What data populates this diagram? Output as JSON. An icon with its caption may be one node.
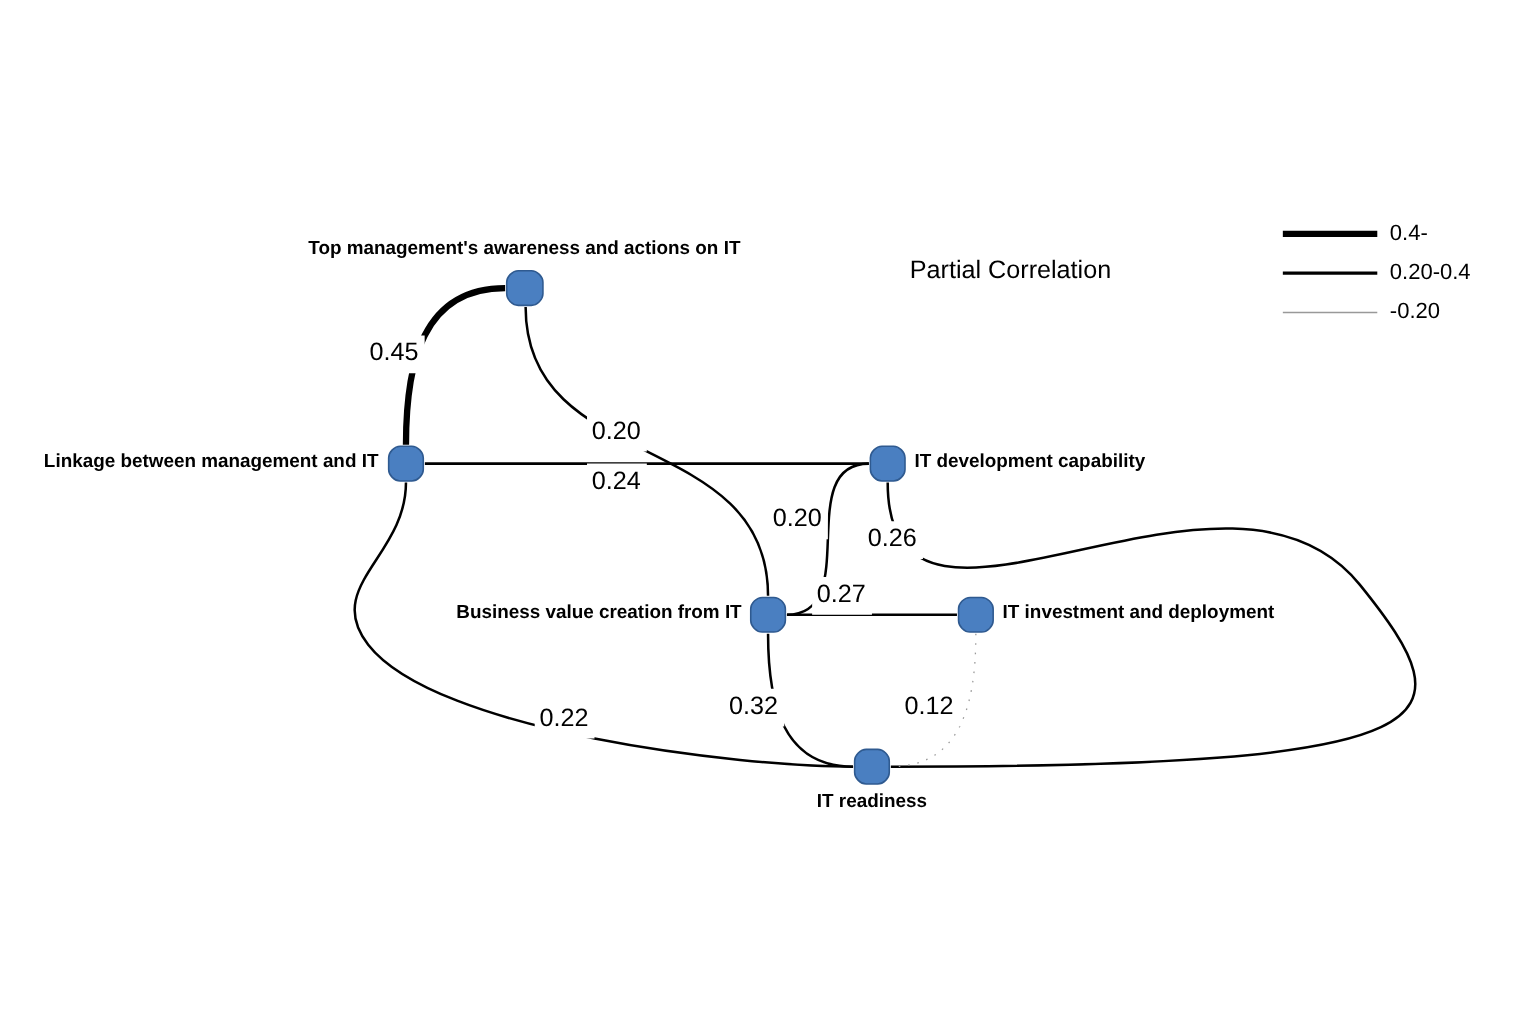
{
  "diagram": {
    "nodes": [
      {
        "text": [
          "Top management's awareness and actions on IT"
        ]
      },
      {
        "text": [
          "Linkage between management and IT"
        ]
      },
      {
        "text": [
          "IT development capability"
        ]
      },
      {
        "text": [
          "Business value creation from IT"
        ]
      },
      {
        "text": [
          "IT investment and deployment"
        ]
      },
      {
        "text": [
          "IT readiness"
        ]
      }
    ],
    "edges": [
      {
        "from": 1,
        "to": 0,
        "arrow": "none",
        "label": "0.45",
        "style": "thick"
      },
      {
        "from": 1,
        "to": 2,
        "arrow": "none",
        "label": "0.24"
      },
      {
        "from": 1,
        "to": 5,
        "arrow": "none",
        "label": "0.22"
      },
      {
        "from": 0,
        "to": 3,
        "arrow": "none",
        "label": "0.20"
      },
      {
        "from": 3,
        "to": 2,
        "arrow": "none",
        "label": "0.20"
      },
      {
        "from": 2,
        "to": 5,
        "arrow": "none",
        "label": "0.26"
      },
      {
        "from": 3,
        "to": 4,
        "arrow": "none",
        "label": "0.27"
      },
      {
        "from": 3,
        "to": 5,
        "arrow": "none",
        "label": "0.32"
      },
      {
        "from": 5,
        "to": 4,
        "arrow": "none",
        "label": "0.12",
        "style": "dashed",
        "color": "#999999"
      }
    ],
    "labels": [
      "Partial Correlation"
    ],
    "legend": [
      {
        "text": "0.4-"
      },
      {
        "text": "0.20-0.4"
      },
      {
        "text": "-0.20"
      }
    ]
  }
}
